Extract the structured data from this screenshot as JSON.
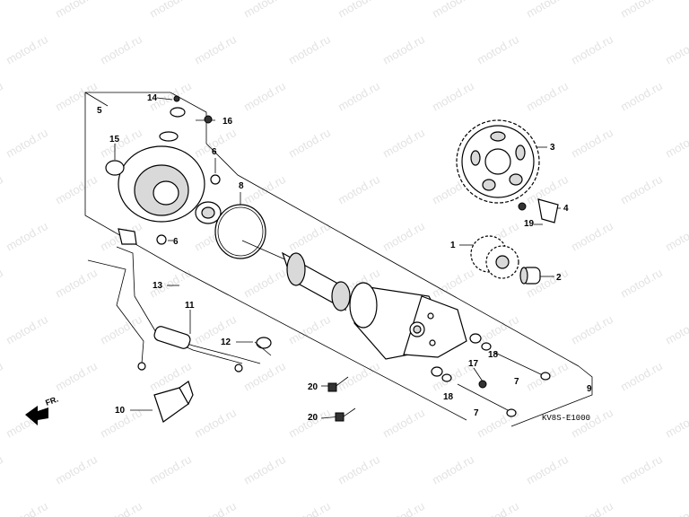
{
  "diagram": {
    "watermark": "motod.ru",
    "drawing_code": "KV8S-E1000",
    "direction_label": "FR.",
    "callouts": [
      "1",
      "2",
      "3",
      "4",
      "5",
      "6",
      "6",
      "7",
      "7",
      "8",
      "9",
      "10",
      "11",
      "12",
      "13",
      "14",
      "15",
      "16",
      "17",
      "18",
      "18",
      "19",
      "20",
      "20"
    ]
  }
}
